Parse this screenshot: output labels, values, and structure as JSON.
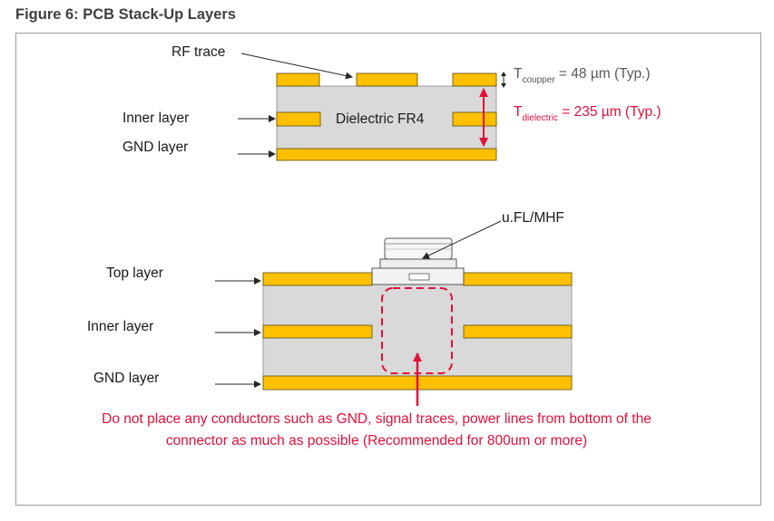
{
  "figure": {
    "title": "Figure 6: PCB Stack-Up Layers"
  },
  "top_diagram": {
    "rf_trace_label": "RF trace",
    "inner_layer_label": "Inner layer",
    "gnd_layer_label": "GND layer",
    "dielectric_label": "Dielectric FR4",
    "t_copper": {
      "symbol": "T",
      "subscript": "coupper",
      "value": " = 48 µm (Typ.)"
    },
    "t_dielectric": {
      "symbol": "T",
      "subscript": "dielectric",
      "value": " = 235 µm (Typ.)"
    }
  },
  "bottom_diagram": {
    "connector_label": "u.FL/MHF",
    "top_layer_label": "Top layer",
    "inner_layer_label": "Inner layer",
    "gnd_layer_label": "GND layer",
    "note_line1": "Do not place any conductors such as GND, signal traces, power lines from bottom of the",
    "note_line2": "connector as much as possible (Recommended for 800um or more)"
  },
  "colors": {
    "copper": "#ffc000",
    "copper_edge": "#5a4a00",
    "dielectric": "#d9d9d9",
    "accent_red": "#e0103a",
    "title_gray": "#404040"
  }
}
